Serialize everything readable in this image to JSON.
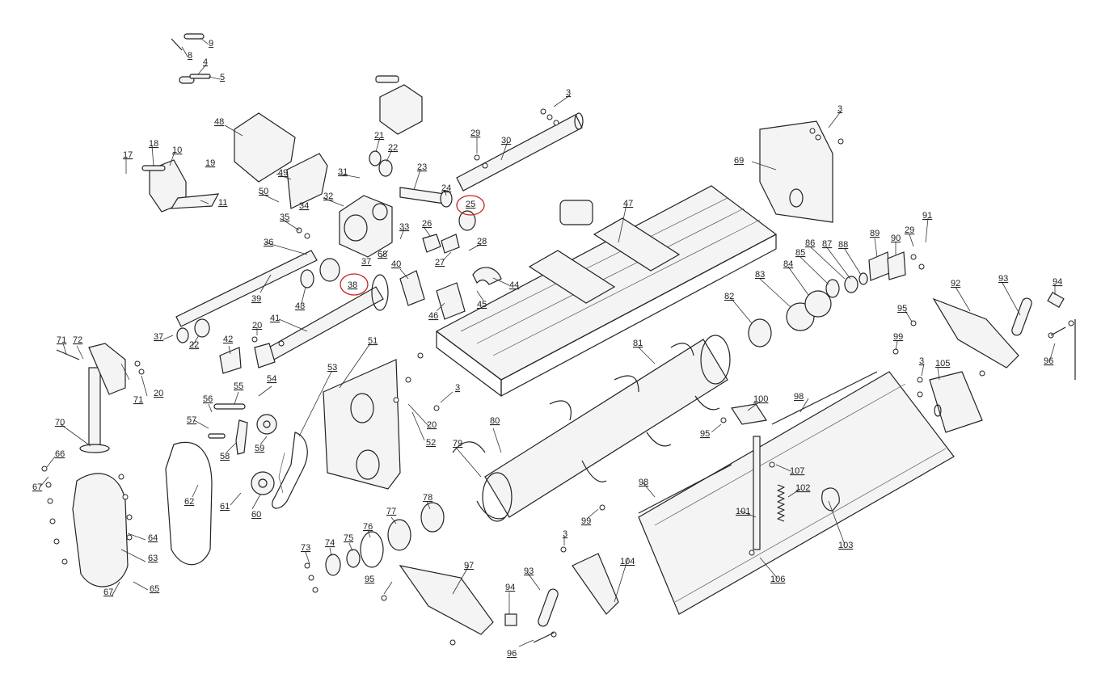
{
  "diagram": {
    "callout_numbers": [
      "3",
      "4",
      "5",
      "8",
      "9",
      "10",
      "11",
      "17",
      "18",
      "19",
      "20",
      "21",
      "22",
      "23",
      "24",
      "25",
      "26",
      "27",
      "28",
      "29",
      "30",
      "31",
      "32",
      "33",
      "34",
      "35",
      "36",
      "37",
      "38",
      "39",
      "40",
      "41",
      "42",
      "43",
      "44",
      "45",
      "46",
      "47",
      "48",
      "49",
      "50",
      "51",
      "52",
      "53",
      "54",
      "55",
      "56",
      "57",
      "58",
      "59",
      "60",
      "61",
      "62",
      "63",
      "64",
      "65",
      "66",
      "67",
      "68",
      "69",
      "70",
      "71",
      "72",
      "73",
      "74",
      "75",
      "76",
      "77",
      "78",
      "79",
      "80",
      "81",
      "82",
      "83",
      "84",
      "85",
      "86",
      "87",
      "88",
      "89",
      "90",
      "91",
      "92",
      "93",
      "94",
      "95",
      "96",
      "97",
      "98",
      "99",
      "100",
      "101",
      "102",
      "103",
      "104",
      "105",
      "106",
      "107"
    ],
    "highlighted_callouts": [
      "25",
      "38"
    ],
    "highlight_color": "#cc2222"
  }
}
